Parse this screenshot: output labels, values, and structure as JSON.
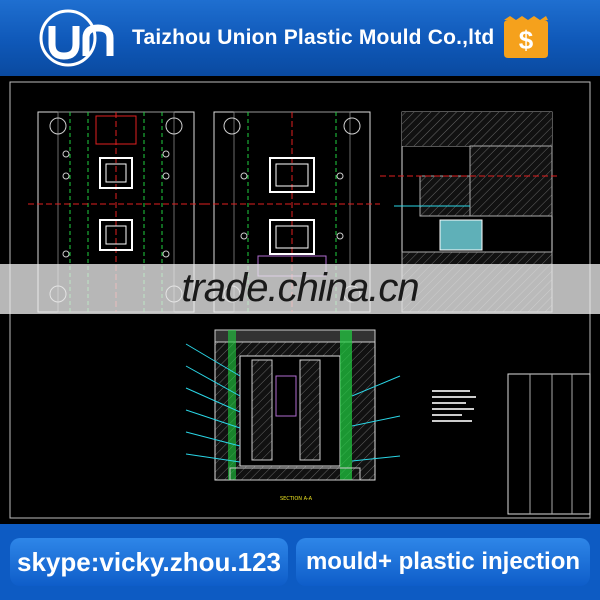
{
  "header": {
    "logo_text": "Un",
    "company_name": "Taizhou Union Plastic Mould Co.,ltd",
    "badge_symbol": "$",
    "badge_icon": "price-tag-dollar-icon"
  },
  "drawing": {
    "section_label": "SECTION A-A"
  },
  "watermark": {
    "text": "trade.china.cn"
  },
  "footer": {
    "contact": "skype:vicky.zhou.123",
    "tagline": "mould+ plastic injection"
  },
  "colors": {
    "header_blue": "#0f58b8",
    "footer_blue": "#0d5bc3",
    "badge_orange": "#f5a11c",
    "cad_background": "#000000",
    "cad_yellow": "#e8e020",
    "cad_cyan": "#2ad6e6",
    "cad_red": "#e02020",
    "cad_green": "#20d040"
  }
}
